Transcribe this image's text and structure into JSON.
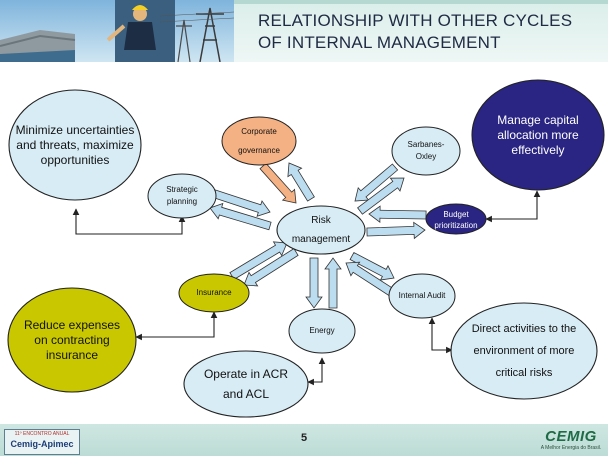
{
  "title_lines": [
    "RELATIONSHIP WITH OTHER CYCLES",
    "OF INTERNAL MANAGEMENT"
  ],
  "center": "Risk management",
  "nodes": {
    "corporate": "Corporate governance",
    "sarbanes": "Sarbanes- Oxley",
    "strategic": "Strategic planning",
    "budget": "Budget prioritization",
    "insurance": "Insurance",
    "audit": "Internal Audit",
    "energy": "Energy"
  },
  "outcomes": {
    "minimize": "Minimize uncertainties and threats, maximize opportunities",
    "capital": "Manage capital allocation more effectively",
    "reduce": "Reduce expenses on contracting insurance",
    "operate": "Operate in ACR and ACL",
    "direct": "Direct activities to the environment of more critical risks"
  },
  "footer": {
    "page_number": "5",
    "event_top": "11º ENCONTRO ANUAL",
    "event_name": "Cemig-Apimec",
    "company": "CEMIG",
    "slogan": "A Melhor Energia do Brasil."
  },
  "colors": {
    "light_blue": "#d8ecf5",
    "olive": "#c9c800",
    "navy": "#2a2582",
    "orange_arrow": "#f4b183",
    "blue_arrow": "#bcdcef"
  }
}
